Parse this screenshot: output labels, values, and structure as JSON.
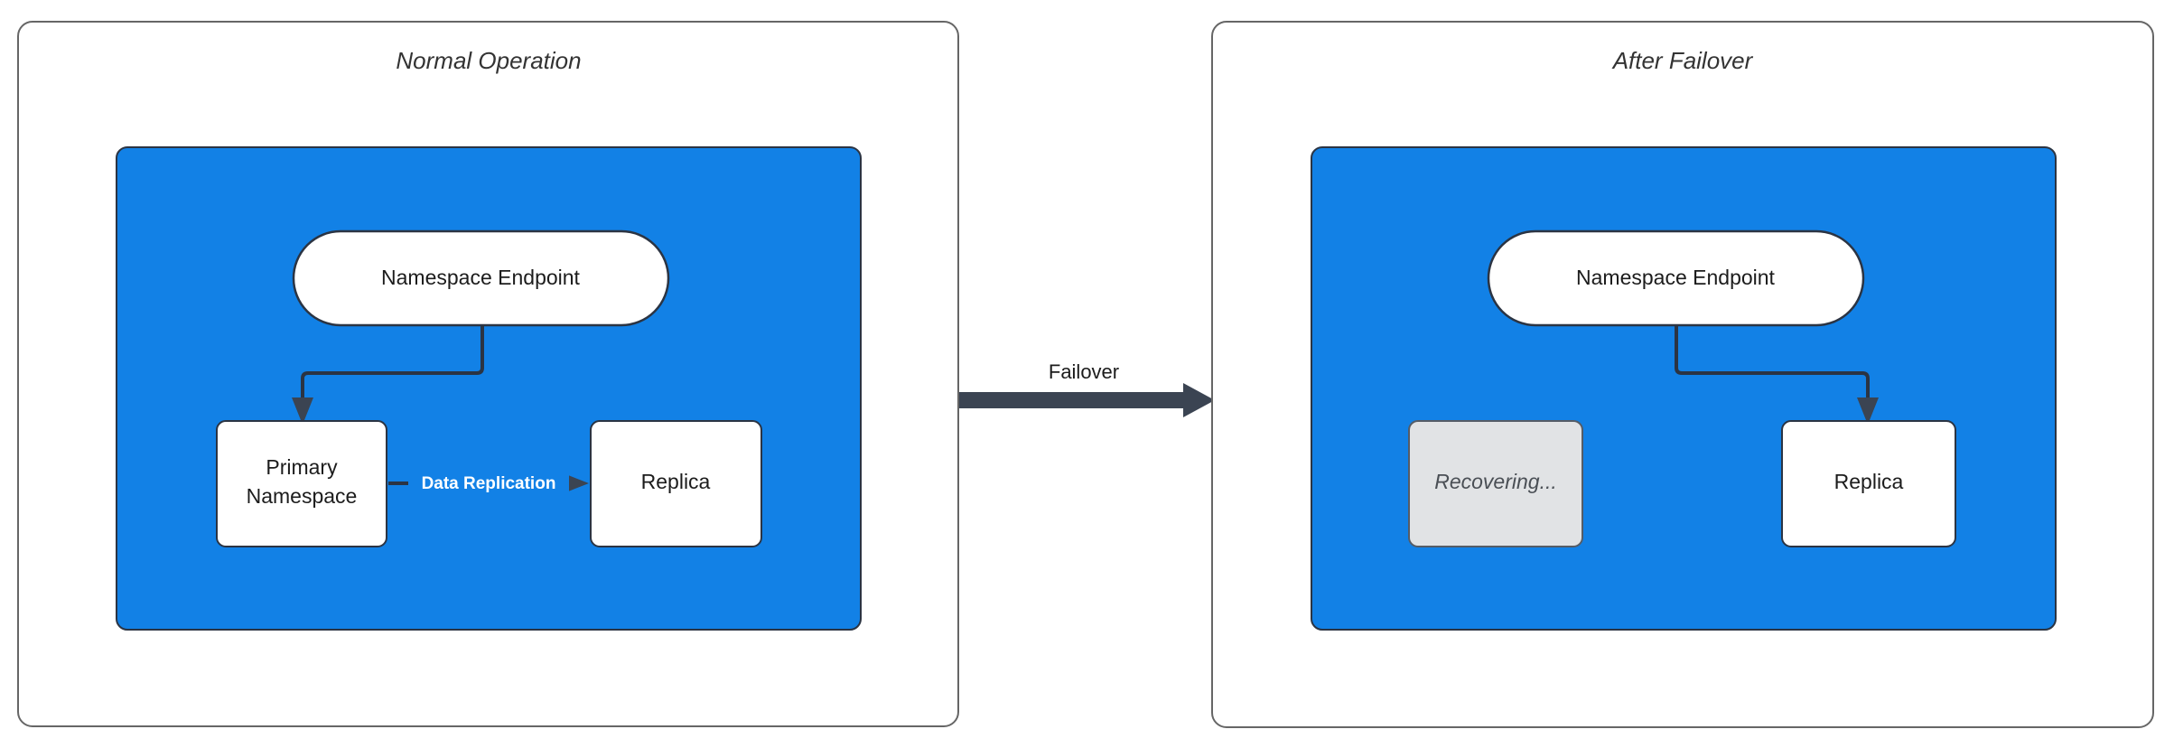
{
  "diagram": {
    "type": "flowchart",
    "background_color": "#ffffff",
    "accent_color": "#1281e6",
    "stroke_color": "#2b3443",
    "muted_fill_color": "#e1e3e5",
    "panels": [
      {
        "id": "normal-operation",
        "title": "Normal Operation",
        "nodes": [
          {
            "id": "endpoint-left",
            "label": "Namespace Endpoint",
            "shape": "stadium",
            "fill": "#ffffff"
          },
          {
            "id": "primary-left",
            "label": "Primary\nNamespace",
            "line1": "Primary",
            "line2": "Namespace",
            "shape": "rounded-rect",
            "fill": "#ffffff"
          },
          {
            "id": "replica-left",
            "label": "Replica",
            "shape": "rounded-rect",
            "fill": "#ffffff"
          }
        ],
        "edges": [
          {
            "from": "endpoint-left",
            "to": "primary-left",
            "label": ""
          },
          {
            "from": "primary-left",
            "to": "replica-left",
            "label": "Data Replication"
          }
        ]
      },
      {
        "id": "after-failover",
        "title": "After Failover",
        "nodes": [
          {
            "id": "endpoint-right",
            "label": "Namespace Endpoint",
            "shape": "stadium",
            "fill": "#ffffff"
          },
          {
            "id": "recovering-right",
            "label": "Recovering...",
            "shape": "rounded-rect",
            "fill": "#e1e3e5",
            "state": "muted"
          },
          {
            "id": "replica-right",
            "label": "Replica",
            "shape": "rounded-rect",
            "fill": "#ffffff"
          }
        ],
        "edges": [
          {
            "from": "endpoint-right",
            "to": "replica-right",
            "label": ""
          }
        ]
      }
    ],
    "transition": {
      "label": "Failover",
      "direction": "left-to-right"
    }
  }
}
